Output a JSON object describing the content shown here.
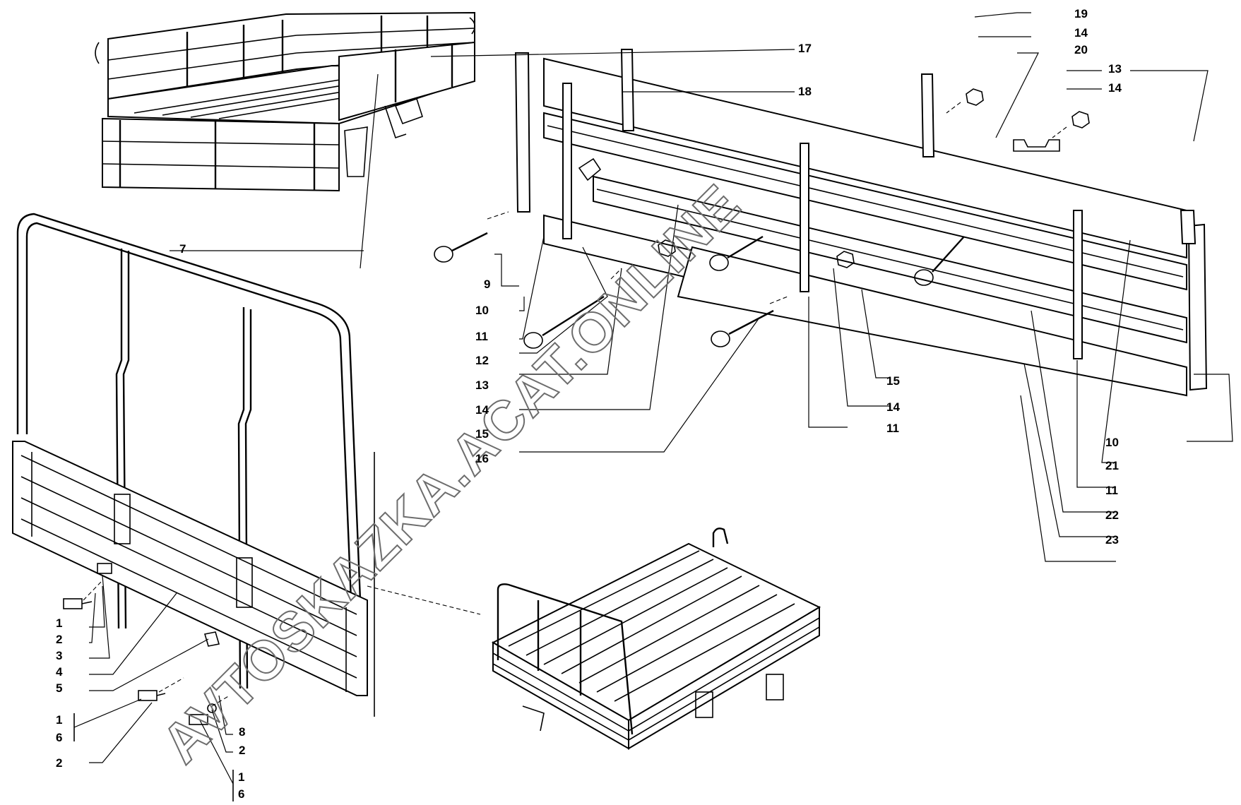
{
  "watermark": "AVTOSKAZKA.ACAT.ONLINE",
  "callouts": {
    "c1a": "1",
    "c2a": "2",
    "c3": "3",
    "c4": "4",
    "c5": "5",
    "c1b": "1",
    "c6b": "6",
    "c2b": "2",
    "c8": "8",
    "c2c": "2",
    "c1d": "1",
    "c6d": "6",
    "c7": "7",
    "c9": "9",
    "c10a": "10",
    "c11a": "11",
    "c12": "12",
    "c13a": "13",
    "c14a": "14",
    "c15a": "15",
    "c16": "16",
    "c17": "17",
    "c18": "18",
    "c19": "19",
    "c14b": "14",
    "c20": "20",
    "c13b": "13",
    "c14c": "14",
    "c15b": "15",
    "c14d": "14",
    "c11b": "11",
    "c10b": "10",
    "c21": "21",
    "c11c": "11",
    "c22": "22",
    "c23": "23"
  }
}
